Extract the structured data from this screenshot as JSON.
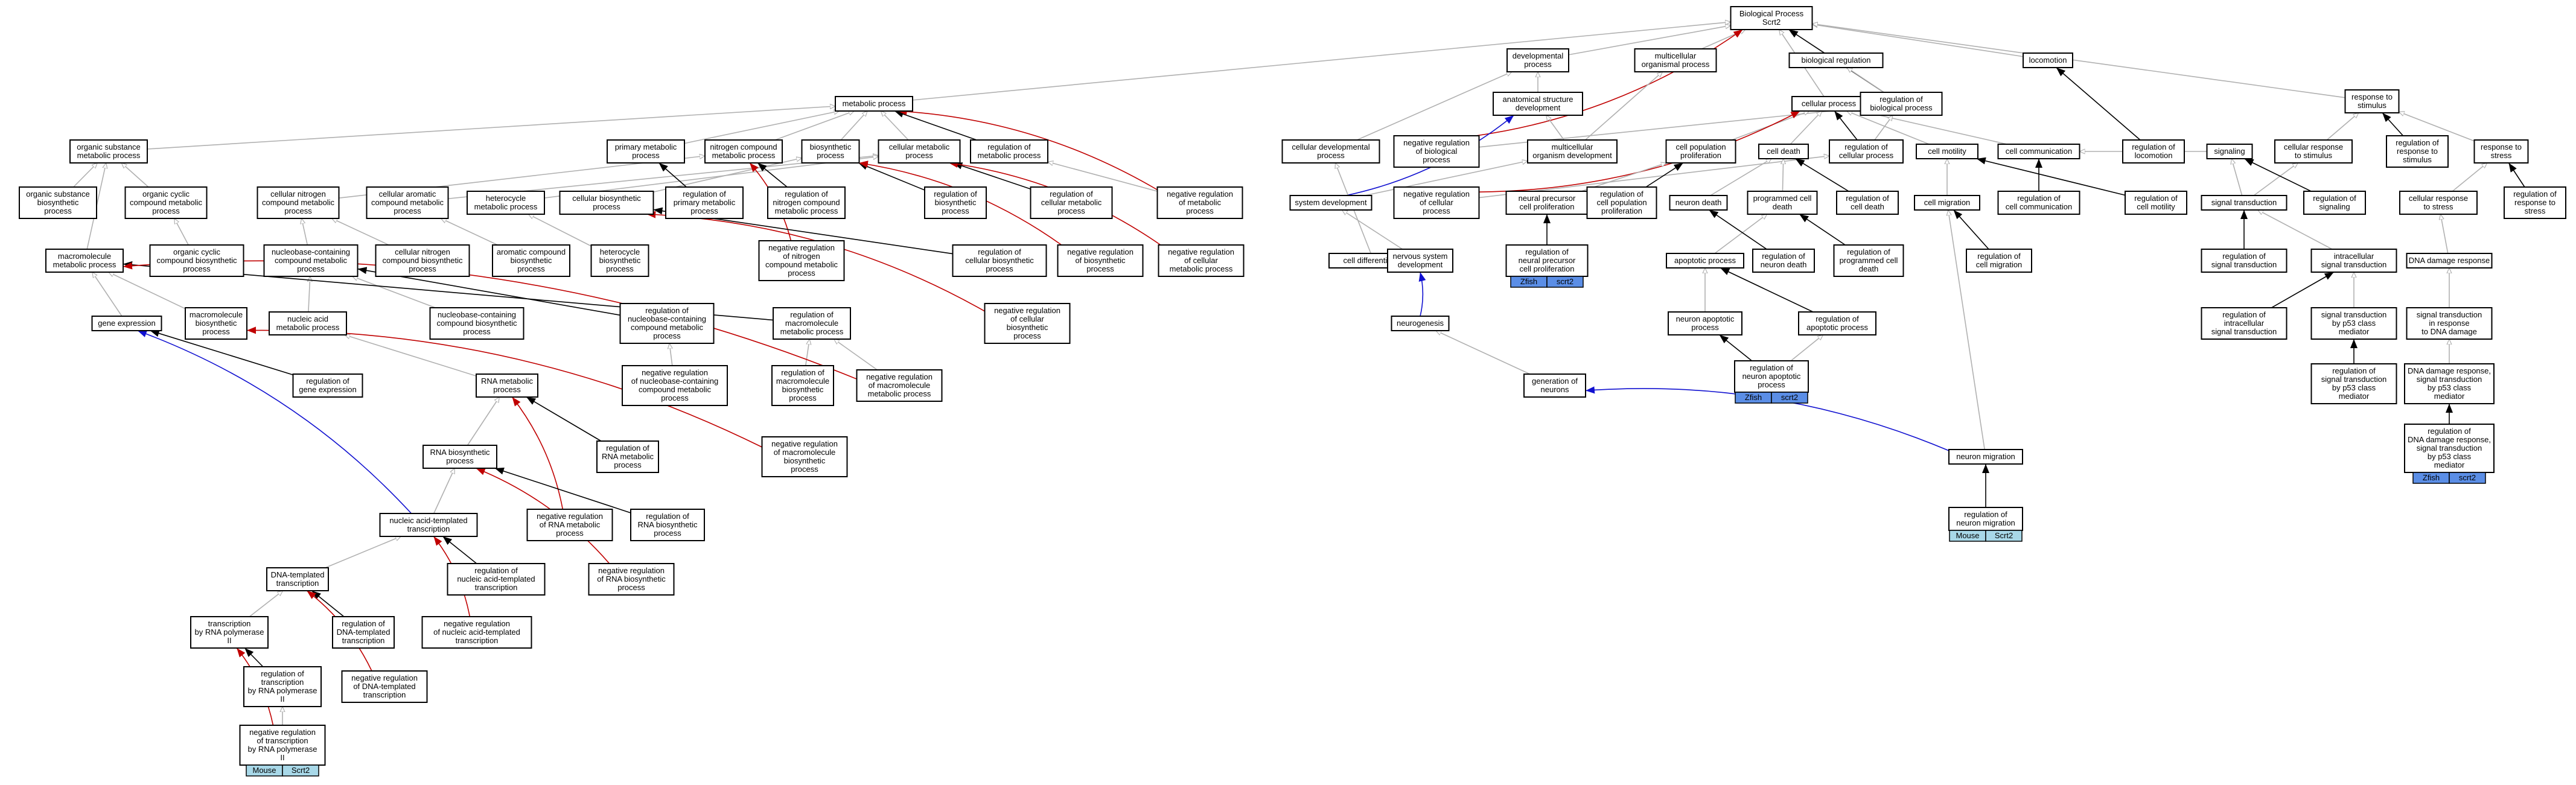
{
  "colors": {
    "is_a": "#b0b0b0",
    "regulates": "#000000",
    "negatively_regulates": "#c00000",
    "positively_regulates": "#1010d0",
    "annotation_light": "#a8d8e8",
    "annotation_dark": "#5b8ee6"
  },
  "nodes": {
    "bp": "Biological Process\nScrt2",
    "developmental": "developmental\nprocess",
    "multicellular_organismal": "multicellular\norganismal process",
    "biological_regulation": "biological regulation",
    "locomotion": "locomotion",
    "response_to_stimulus": "response to\nstimulus",
    "metabolic": "metabolic process",
    "anatomical_structure_dev": "anatomical structure\ndevelopment",
    "cellular_process": "cellular process",
    "reg_biological_process": "regulation of\nbiological process",
    "organic_substance_metabolic": "organic substance\nmetabolic process",
    "primary_metabolic": "primary metabolic\nprocess",
    "nitrogen_compound_metabolic": "nitrogen compound\nmetabolic process",
    "biosynthetic": "biosynthetic\nprocess",
    "cellular_metabolic": "cellular metabolic\nprocess",
    "reg_metabolic": "regulation of\nmetabolic process",
    "cellular_developmental": "cellular developmental\nprocess",
    "neg_reg_biological": "negative regulation\nof biological\nprocess",
    "multicellular_organism_dev": "multicellular\norganism development",
    "cell_population_prolif": "cell population\nproliferation",
    "cell_death": "cell death",
    "reg_cellular_process": "regulation of\ncellular process",
    "cell_motility": "cell motility",
    "cell_communication": "cell communication",
    "reg_locomotion": "regulation of\nlocomotion",
    "signaling": "signaling",
    "cellular_response_to_stimulus": "cellular response\nto stimulus",
    "reg_response_to_stimulus": "regulation of\nresponse to\nstimulus",
    "response_to_stress": "response to\nstress",
    "organic_substance_biosynthetic": "organic substance\nbiosynthetic\nprocess",
    "organic_cyclic_compound_metabolic": "organic cyclic\ncompound metabolic\nprocess",
    "cellular_nitrogen_compound_metabolic": "cellular nitrogen\ncompound metabolic\nprocess",
    "cellular_aromatic_compound_metabolic": "cellular aromatic\ncompound metabolic\nprocess",
    "heterocycle_metabolic": "heterocycle\nmetabolic process",
    "cellular_biosynthetic": "cellular biosynthetic\nprocess",
    "reg_primary_metabolic": "regulation of\nprimary metabolic\nprocess",
    "reg_nitrogen_compound_metabolic": "regulation of\nnitrogen compound\nmetabolic process",
    "reg_biosynthetic": "regulation of\nbiosynthetic\nprocess",
    "reg_cellular_metabolic": "regulation of\ncellular metabolic\nprocess",
    "neg_reg_metabolic": "negative regulation\nof metabolic\nprocess",
    "system_development": "system development",
    "neg_reg_cellular_process": "negative regulation\nof cellular\nprocess",
    "neural_precursor_prolif": "neural precursor\ncell proliferation",
    "reg_cell_population_prolif": "regulation of\ncell population\nproliferation",
    "neuron_death": "neuron death",
    "programmed_cell_death": "programmed cell\ndeath",
    "reg_cell_death": "regulation of\ncell death",
    "cell_migration": "cell migration",
    "reg_cell_communication": "regulation of\ncell communication",
    "reg_cell_motility": "regulation of\ncell motility",
    "signal_transduction": "signal transduction",
    "reg_signaling": "regulation of\nsignaling",
    "cellular_response_to_stress": "cellular response\nto stress",
    "reg_response_to_stress": "regulation of\nresponse to\nstress",
    "macromolecule_metabolic": "macromolecule\nmetabolic process",
    "organic_cyclic_compound_biosynthetic": "organic cyclic\ncompound biosynthetic\nprocess",
    "nucleobase_containing_compound_metabolic": "nucleobase-containing\ncompound metabolic\nprocess",
    "cellular_nitrogen_compound_biosynthetic": "cellular nitrogen\ncompound biosynthetic\nprocess",
    "aromatic_compound_biosynthetic": "aromatic compound\nbiosynthetic\nprocess",
    "heterocycle_biosynthetic": "heterocycle\nbiosynthetic\nprocess",
    "neg_reg_nitrogen_compound_metabolic": "negative regulation\nof nitrogen\ncompound metabolic\nprocess",
    "reg_cellular_biosynthetic": "regulation of\ncellular biosynthetic\nprocess",
    "neg_reg_biosynthetic": "negative regulation\nof biosynthetic\nprocess",
    "neg_reg_cellular_metabolic": "negative regulation\nof cellular\nmetabolic process",
    "cell_differentiation": "cell differentiation",
    "nervous_system_dev": "nervous system\ndevelopment",
    "reg_neural_precursor_prolif": "regulation of\nneural precursor\ncell proliferation",
    "apoptotic_process": "apoptotic process",
    "reg_neuron_death": "regulation of\nneuron death",
    "reg_programmed_cell_death": "regulation of\nprogrammed cell\ndeath",
    "reg_cell_migration": "regulation of\ncell migration",
    "reg_signal_transduction": "regulation of\nsignal transduction",
    "intracellular_signal_transduction": "intracellular\nsignal transduction",
    "dna_damage_response": "DNA damage response",
    "gene_expression": "gene expression",
    "macromolecule_biosynthetic": "macromolecule\nbiosynthetic\nprocess",
    "nucleic_acid_metabolic": "nucleic acid\nmetabolic process",
    "nucleobase_containing_compound_biosynthetic": "nucleobase-containing\ncompound biosynthetic\nprocess",
    "reg_nucleobase_containing_compound_metabolic": "regulation of\nnucleobase-containing\ncompound metabolic\nprocess",
    "reg_macromolecule_metabolic": "regulation of\nmacromolecule\nmetabolic process",
    "neg_reg_cellular_biosynthetic": "negative regulation\nof cellular\nbiosynthetic\nprocess",
    "neurogenesis": "neurogenesis",
    "neuron_apoptotic": "neuron apoptotic\nprocess",
    "reg_apoptotic": "regulation of\napoptotic process",
    "reg_intracellular_signal_transduction": "regulation of\nintracellular\nsignal transduction",
    "signal_transduction_p53": "signal transduction\nby p53 class\nmediator",
    "signal_transduction_dna_damage": "signal transduction\nin response\nto DNA damage",
    "reg_gene_expression": "regulation of\ngene expression",
    "neg_reg_nucleobase_containing_compound_metabolic": "negative regulation\nof nucleobase-containing\ncompound metabolic\nprocess",
    "reg_macromolecule_biosynthetic": "regulation of\nmacromolecule\nbiosynthetic\nprocess",
    "neg_reg_macromolecule_metabolic": "negative regulation\nof macromolecule\nmetabolic process",
    "rna_metabolic": "RNA metabolic\nprocess",
    "generation_of_neurons": "generation of\nneurons",
    "reg_neuron_apoptotic": "regulation of\nneuron apoptotic\nprocess",
    "reg_signal_transduction_p53": "regulation of\nsignal transduction\nby p53 class\nmediator",
    "dna_damage_response_signal_p53": "DNA damage response,\nsignal transduction\nby p53 class\nmediator",
    "rna_biosynthetic": "RNA biosynthetic\nprocess",
    "reg_rna_metabolic": "regulation of\nRNA metabolic\nprocess",
    "neg_reg_macromolecule_biosynthetic": "negative regulation\nof macromolecule\nbiosynthetic\nprocess",
    "neuron_migration": "neuron migration",
    "reg_dna_damage_response_p53": "regulation of\nDNA damage response,\nsignal transduction\nby p53 class\nmediator",
    "nucleic_acid_templated_transcription": "nucleic acid-templated\ntranscription",
    "neg_reg_rna_metabolic": "negative regulation\nof RNA metabolic\nprocess",
    "reg_rna_biosynthetic": "regulation of\nRNA biosynthetic\nprocess",
    "reg_neuron_migration": "regulation of\nneuron migration",
    "dna_templated_transcription": "DNA-templated\ntranscription",
    "reg_nucleic_acid_templated_transcription": "regulation of\nnucleic acid-templated\ntranscription",
    "neg_reg_rna_biosynthetic": "negative regulation\nof RNA biosynthetic\nprocess",
    "transcription_by_rna_pol2": "transcription\nby RNA polymerase\nII",
    "reg_dna_templated_transcription": "regulation of\nDNA-templated\ntranscription",
    "neg_reg_nucleic_acid_templated_transcription": "negative regulation\nof nucleic acid-templated\ntranscription",
    "reg_transcription_rna_pol2": "regulation of\ntranscription\nby RNA polymerase\nII",
    "neg_reg_dna_templated_transcription": "negative regulation\nof DNA-templated\ntranscription",
    "neg_reg_transcription_rna_pol2": "negative regulation\nof transcription\nby RNA polymerase\nII"
  },
  "annotations": {
    "neg_reg_transcription_rna_pol2": [
      "Mouse",
      "Scrt2"
    ],
    "reg_neural_precursor_prolif": [
      "Zfish",
      "scrt2"
    ],
    "reg_neuron_apoptotic": [
      "Zfish",
      "scrt2"
    ],
    "reg_neuron_migration": [
      "Mouse",
      "Scrt2"
    ],
    "reg_dna_damage_response_p53": [
      "Zfish",
      "scrt2"
    ]
  }
}
